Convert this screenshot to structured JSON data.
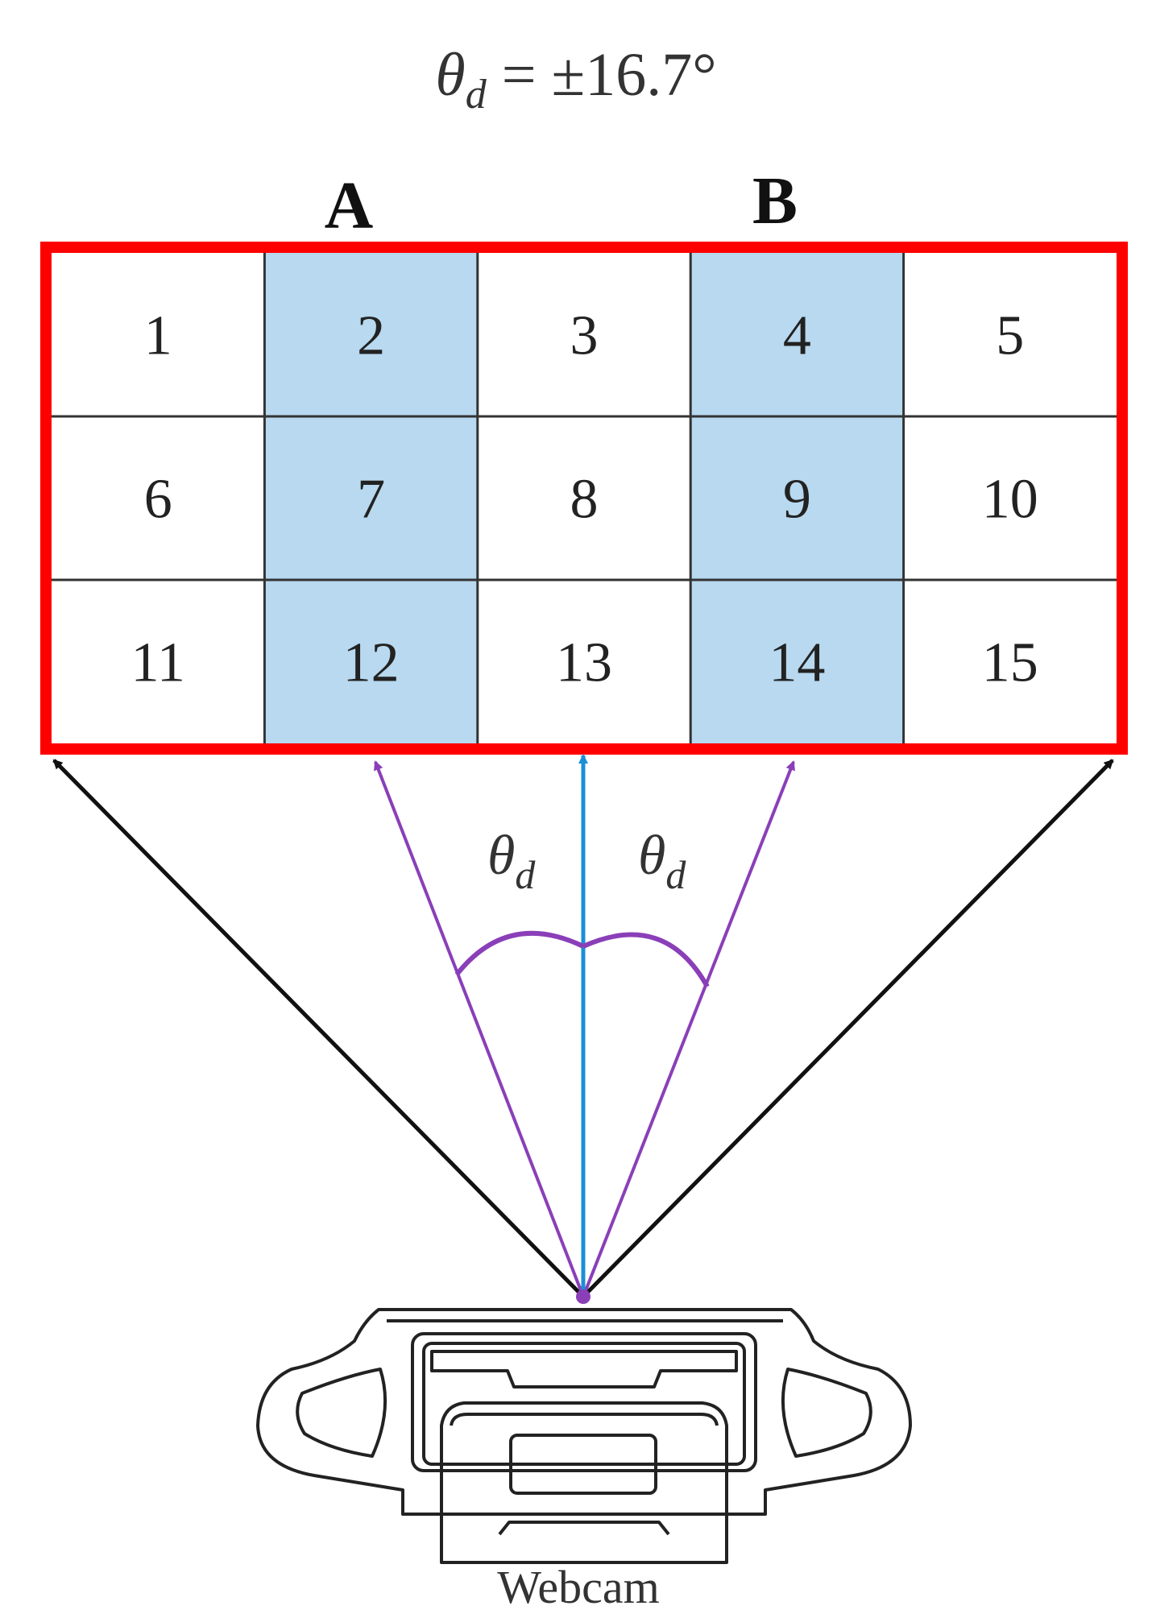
{
  "formula": {
    "symbol": "θ",
    "subscript": "d",
    "rest": " = ±16.7°"
  },
  "columns": {
    "a": "A",
    "b": "B"
  },
  "grid": {
    "rows": 3,
    "cols": 5,
    "cells": [
      "1",
      "2",
      "3",
      "4",
      "5",
      "6",
      "7",
      "8",
      "9",
      "10",
      "11",
      "12",
      "13",
      "14",
      "15"
    ],
    "highlighted_columns": [
      2,
      4
    ]
  },
  "angles": {
    "left": {
      "symbol": "θ",
      "subscript": "d"
    },
    "right": {
      "symbol": "θ",
      "subscript": "d"
    }
  },
  "device": {
    "label": "Webcam"
  },
  "colors": {
    "frame_border": "#ff0000",
    "highlight_fill": "#b8d9ef",
    "grid_line": "#333333",
    "outer_arrows": "#111111",
    "angle_arrows": "#8a3fb8",
    "center_arrow": "#1a8fd6"
  }
}
